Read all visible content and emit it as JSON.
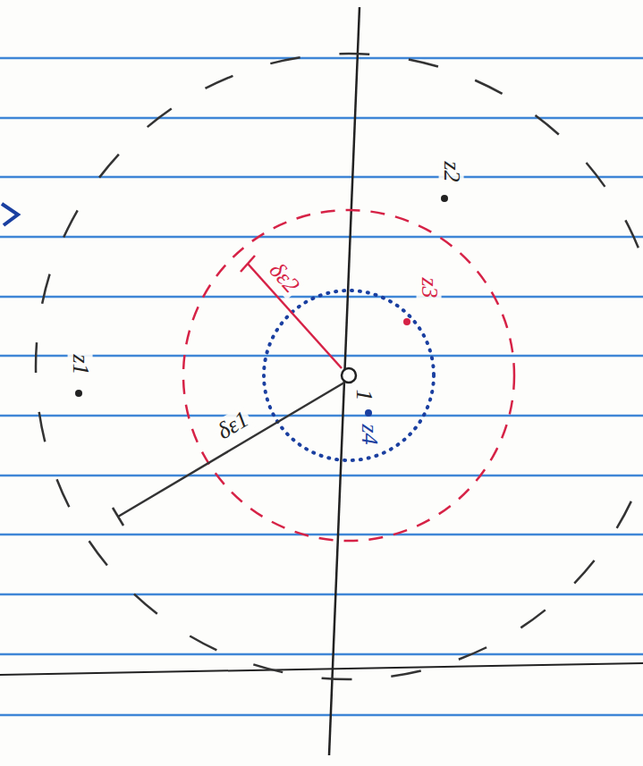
{
  "diagram": {
    "labels": [
      "z1",
      "z2",
      "z3",
      "z4",
      "1",
      "δε2",
      "δε1"
    ]
  }
}
